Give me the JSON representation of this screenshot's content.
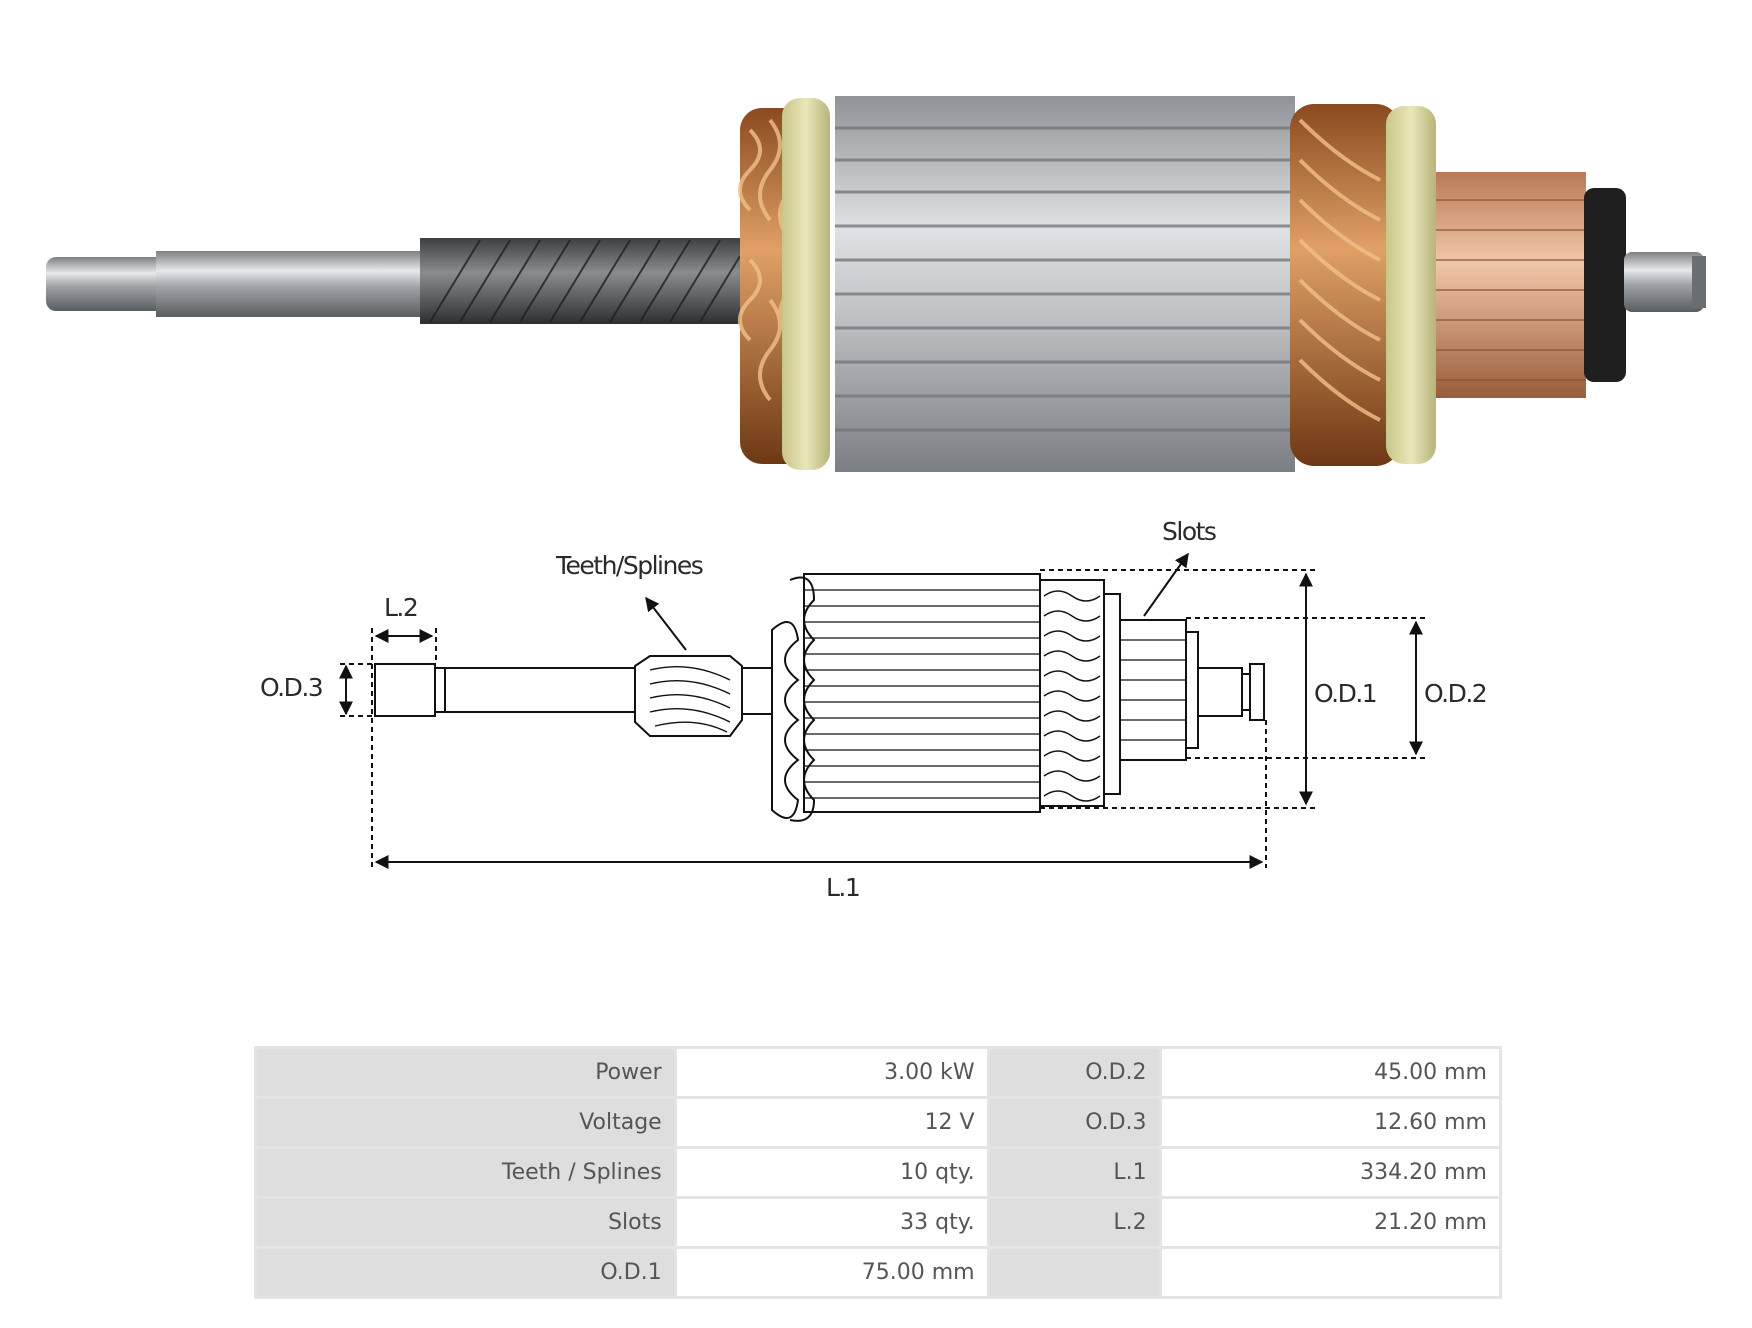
{
  "diagram": {
    "labels": {
      "teeth": "Teeth/Splines",
      "slots": "Slots",
      "l2": "L.2",
      "od3": "O.D.3",
      "od1": "O.D.1",
      "od2": "O.D.2",
      "l1": "L.1"
    }
  },
  "specs": [
    {
      "label": "Power",
      "value": "3.00 kW",
      "label2": "O.D.2",
      "value2": "45.00 mm"
    },
    {
      "label": "Voltage",
      "value": "12 V",
      "label2": "O.D.3",
      "value2": "12.60 mm"
    },
    {
      "label": "Teeth / Splines",
      "value": "10 qty.",
      "label2": "L.1",
      "value2": "334.20 mm"
    },
    {
      "label": "Slots",
      "value": "33 qty.",
      "label2": "L.2",
      "value2": "21.20 mm"
    },
    {
      "label": "O.D.1",
      "value": "75.00 mm",
      "label2": "",
      "value2": ""
    }
  ],
  "colors": {
    "copper": "#c67a3c",
    "steel": "#b9bec2",
    "insulator": "#d8d59a",
    "commutator": "#d9a27f"
  }
}
